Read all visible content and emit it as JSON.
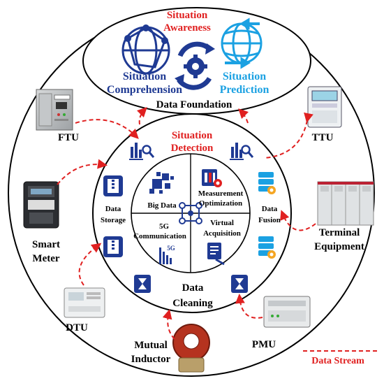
{
  "top_oval": {
    "awareness_line1": "Situation",
    "awareness_line2": "Awareness",
    "comprehension_line1": "Situation",
    "comprehension_line2": "Comprehension",
    "prediction_line1": "Situation",
    "prediction_line2": "Prediction",
    "foundation": "Data Foundation"
  },
  "inner_ring": {
    "detection_line1": "Situation",
    "detection_line2": "Detection",
    "cleaning_line1": "Data",
    "cleaning_line2": "Cleaning",
    "storage_line1": "Data",
    "storage_line2": "Storage",
    "fusion_line1": "Data",
    "fusion_line2": "Fusion"
  },
  "core": {
    "big_data": "Big Data",
    "measurement_line1": "Measurement",
    "measurement_line2": "Optimization",
    "comm_line1": "5G",
    "comm_line2": "Communication",
    "comm_badge": "5G",
    "virtual_line1": "Virtual",
    "virtual_line2": "Acquisition"
  },
  "devices": {
    "ftu": "FTU",
    "ttu": "TTU",
    "smart_meter_line1": "Smart",
    "smart_meter_line2": "Meter",
    "terminal_line1": "Terminal",
    "terminal_line2": "Equipment",
    "dtu": "DTU",
    "pmu": "PMU",
    "mutual_line1": "Mutual",
    "mutual_line2": "Inductor"
  },
  "legend": {
    "data_stream": "Data Stream"
  },
  "colors": {
    "navy": "#1f3a93",
    "red": "#e02020",
    "cyan": "#1ba1e2",
    "stream": "#e02020"
  },
  "icons": [
    "globe-network-icon",
    "gear-cycle-icon",
    "globe-arrows-icon",
    "chart-search-icon",
    "hourglass-icon",
    "zip-file-icon",
    "server-stack-icon",
    "big-data-icon",
    "measurement-icon",
    "hub-icon",
    "signal-bars-icon",
    "document-edit-icon"
  ]
}
